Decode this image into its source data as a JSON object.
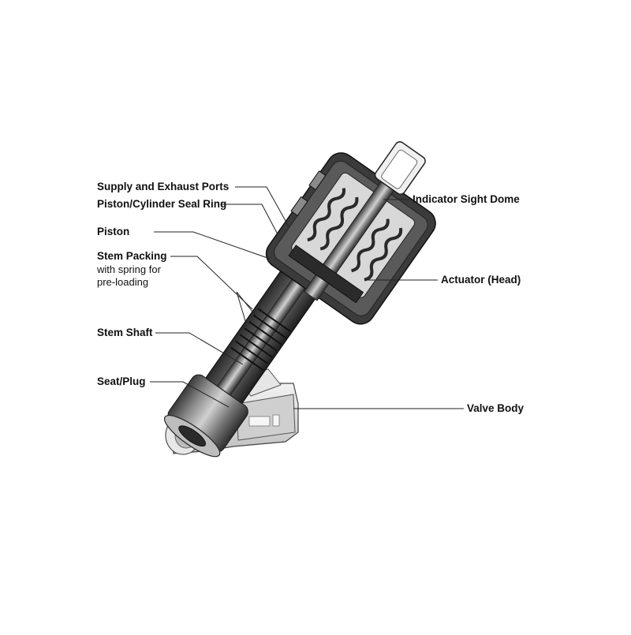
{
  "labels": {
    "supply_exhaust_ports": "Supply and Exhaust Ports",
    "piston_cylinder_seal_ring": "Piston/Cylinder Seal Ring",
    "piston": "Piston",
    "stem_packing": "Stem Packing",
    "stem_packing_note_line1": "with spring for",
    "stem_packing_note_line2": "pre-loading",
    "stem_shaft": "Stem Shaft",
    "seat_plug": "Seat/Plug",
    "indicator_sight_dome": "Indicator Sight Dome",
    "actuator_head": "Actuator (Head)",
    "valve_body": "Valve Body"
  }
}
